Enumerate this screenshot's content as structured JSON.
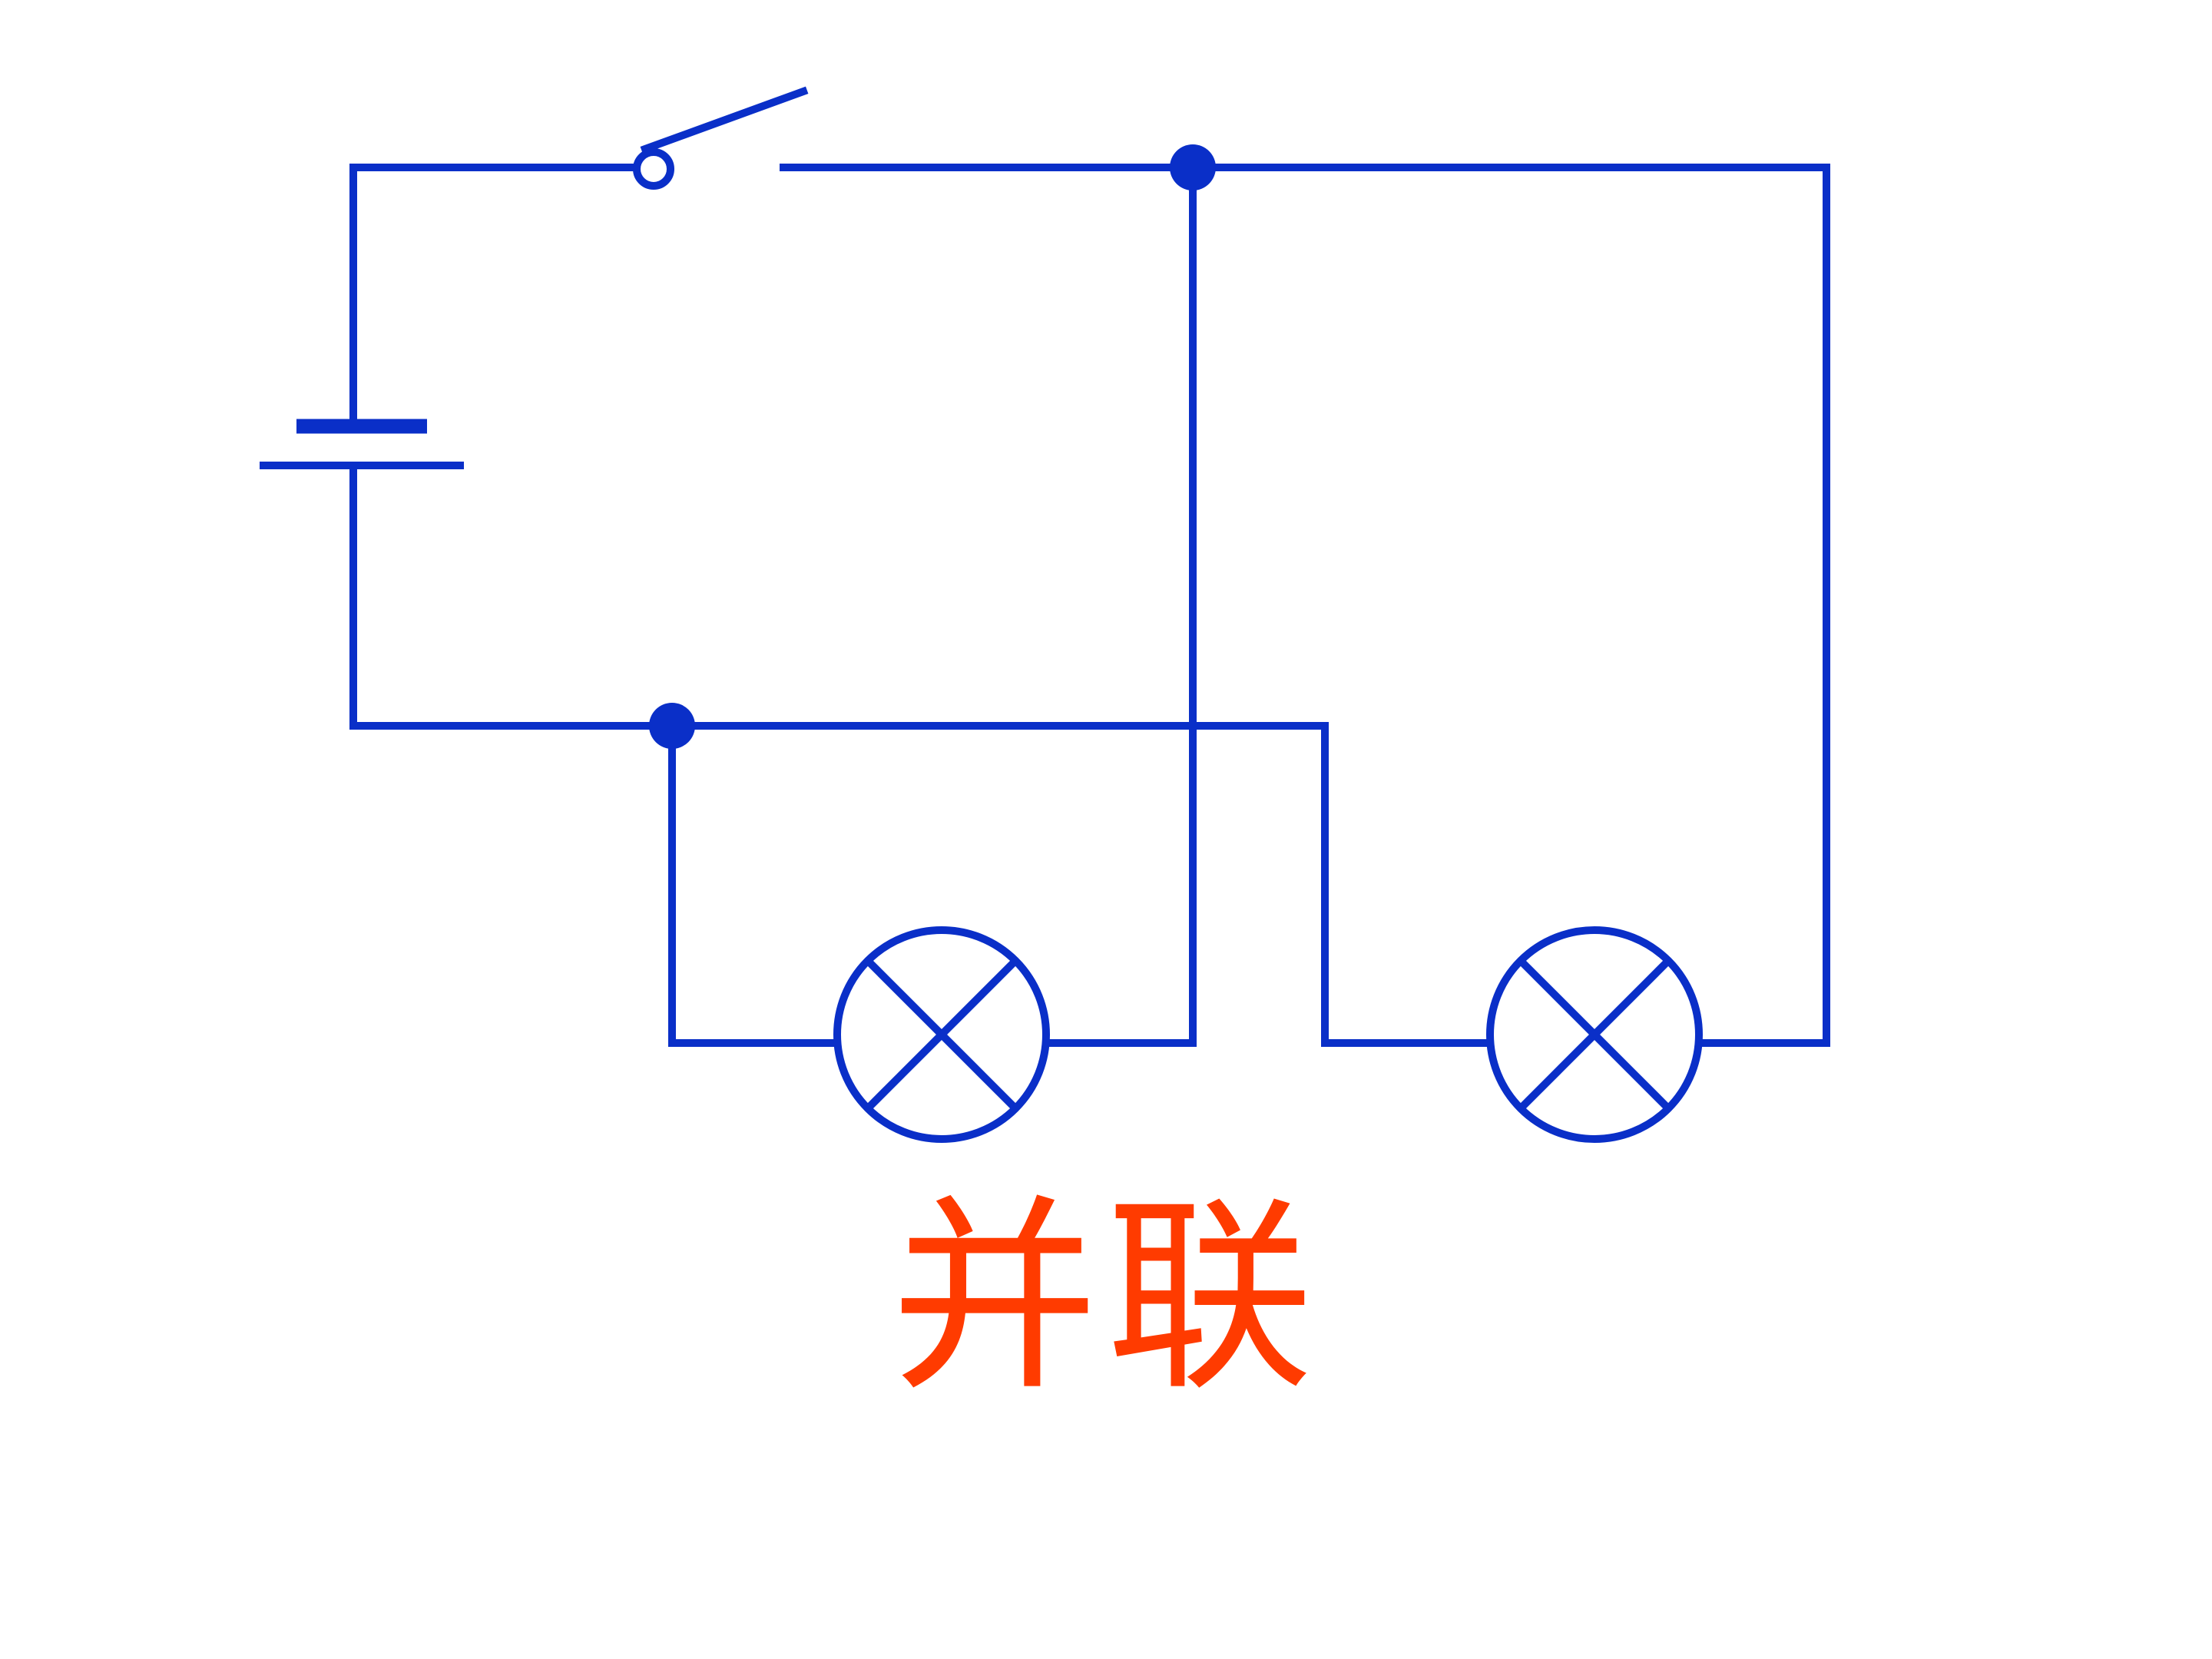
{
  "caption": "并联",
  "colors": {
    "wire": "#0a2fc8",
    "caption": "#ff3b00",
    "background": "#ffffff"
  },
  "components": {
    "battery": "battery-symbol",
    "switch": "open-switch-symbol",
    "lamps": [
      "lamp-symbol",
      "lamp-symbol"
    ],
    "junctions": [
      "junction-node",
      "junction-node"
    ]
  }
}
